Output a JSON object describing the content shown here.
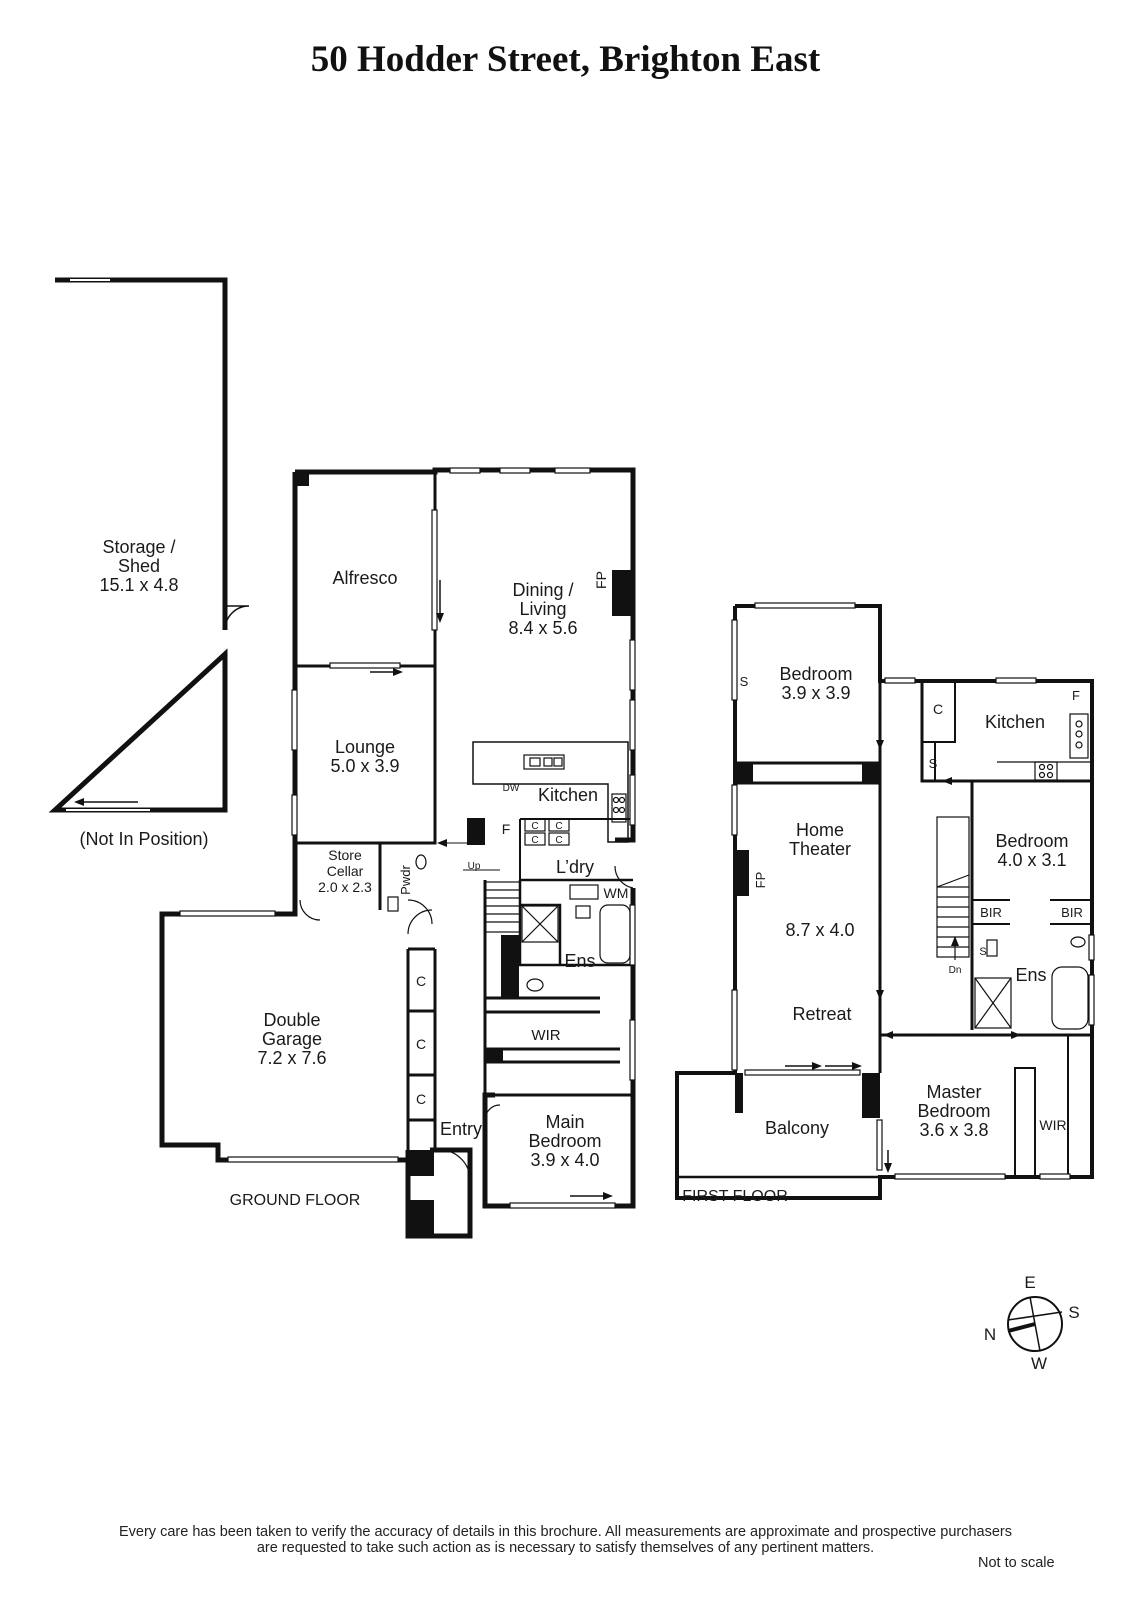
{
  "title": "50 Hodder Street, Brighton East",
  "storage": {
    "name_line1": "Storage /",
    "name_line2": "Shed",
    "dims": "15.1 x 4.8",
    "note": "(Not In Position)"
  },
  "ground_floor": {
    "label": "GROUND FLOOR",
    "alfresco": "Alfresco",
    "dining": {
      "line1": "Dining /",
      "line2": "Living",
      "dims": "8.4 x 5.6"
    },
    "lounge": {
      "name": "Lounge",
      "dims": "5.0 x 3.9"
    },
    "kitchen": "Kitchen",
    "store_cellar": {
      "line1": "Store",
      "line2": "Cellar",
      "dims": "2.0 x 2.3"
    },
    "pwdr": "Pwdr",
    "laundry": "L’dry",
    "wm": "WM",
    "ensuite": "Ens",
    "wir": "WIR",
    "main_bedroom": {
      "line1": "Main",
      "line2": "Bedroom",
      "dims": "3.9 x 4.0"
    },
    "entry": "Entry",
    "garage": {
      "line1": "Double",
      "line2": "Garage",
      "dims": "7.2 x 7.6"
    },
    "fireplace": "FP",
    "dishwasher": "DW",
    "fridge": "F",
    "up": "Up",
    "cupboard": "C"
  },
  "first_floor": {
    "label": "FIRST FLOOR",
    "bedroom_top": {
      "name": "Bedroom",
      "dims": "3.9 x 3.9"
    },
    "shelf": "S",
    "kitchen": "Kitchen",
    "fridge": "F",
    "cupboard": "C",
    "home_theater": {
      "line1": "Home",
      "line2": "Theater",
      "dims": "8.7 x 4.0",
      "retreat": "Retreat"
    },
    "fireplace": "FP",
    "bedroom_right": {
      "name": "Bedroom",
      "dims": "4.0 x 3.1"
    },
    "bir": "BIR",
    "down": "Dn",
    "ensuite": "Ens",
    "master": {
      "line1": "Master",
      "line2": "Bedroom",
      "dims": "3.6 x 3.8"
    },
    "wir": "WIR",
    "balcony": "Balcony"
  },
  "compass": {
    "e": "E",
    "s": "S",
    "w": "W",
    "n": "N"
  },
  "disclaimer": {
    "line1": "Every care has been taken to verify the accuracy of details in this brochure.  All measurements are approximate and prospective purchasers",
    "line2": "are requested to take such action as is necessary to satisfy themselves of any pertinent matters."
  },
  "not_to_scale": "Not to scale"
}
